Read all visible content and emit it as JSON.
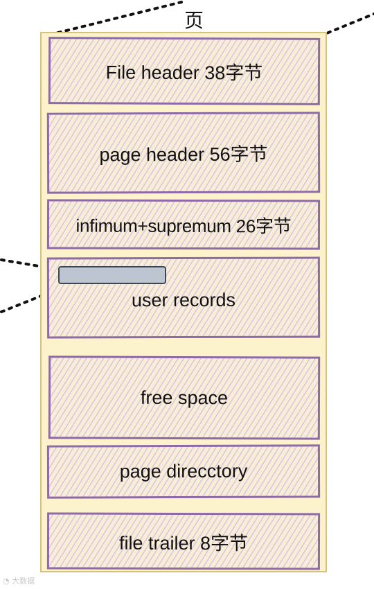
{
  "title": "页",
  "sections": [
    {
      "label": "File header 38字节"
    },
    {
      "label": "page header 56字节"
    },
    {
      "label": "infimum+supremum 26字节"
    },
    {
      "label": "user records"
    },
    {
      "label": "free space"
    },
    {
      "label": "page direcctory"
    },
    {
      "label": "file trailer 8字节"
    }
  ],
  "colors": {
    "page_background": "#fcf2cc",
    "page_border": "#d8c27a",
    "section_border": "#8e6aa6",
    "hatch": "#bea0e1",
    "record_fill": "#bcc5d0",
    "record_border": "#3b4755"
  },
  "watermark": {
    "icon": "weibo-logo-icon",
    "text": "大数据"
  }
}
